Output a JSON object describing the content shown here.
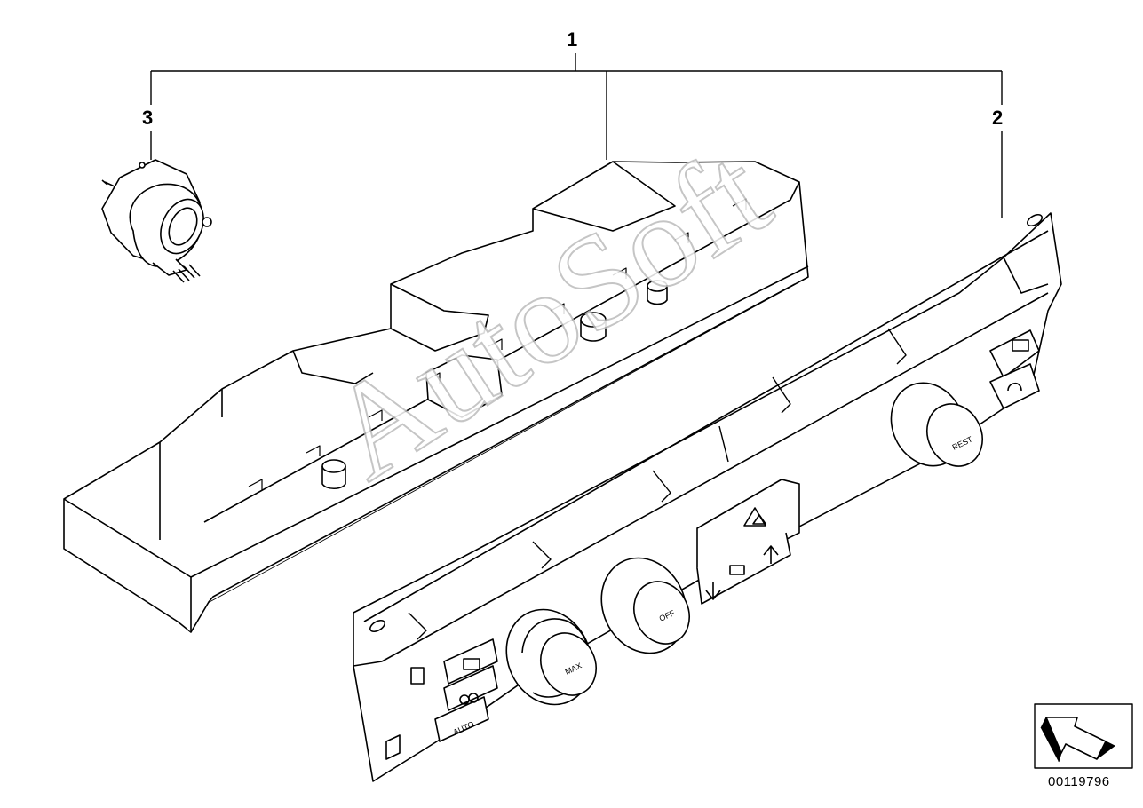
{
  "callouts": {
    "assembly": "1",
    "front_panel": "2",
    "sensor": "3"
  },
  "panel_labels": {
    "rest": "REST",
    "off": "OFF",
    "max": "MAX",
    "auto": "AUTO"
  },
  "watermark": "AutoSoft",
  "document_number": "00119796",
  "icons": [
    "hazard-triangle-icon",
    "rear-defrost-icon",
    "recirculation-icon",
    "arrow-up-icon",
    "arrow-down-icon",
    "front-defrost-icon",
    "north-west-arrow-icon"
  ],
  "colors": {
    "line": "#000000",
    "background": "#ffffff",
    "watermark_outline": "#bbbbbb"
  }
}
